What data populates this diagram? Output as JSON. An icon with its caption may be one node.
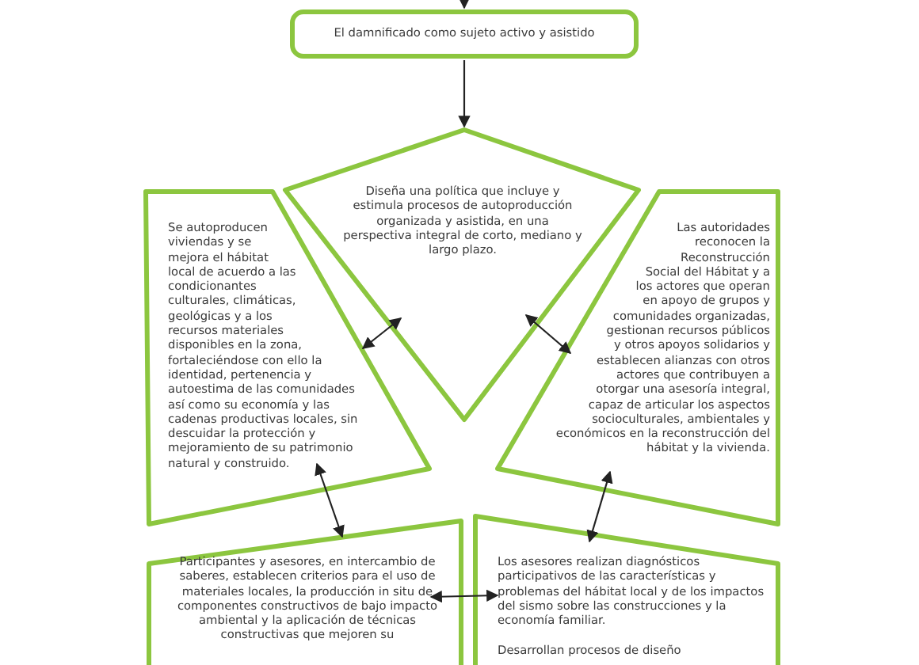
{
  "diagram": {
    "nodes": [
      {
        "text": [
          "El damnificado como sujeto activo y asistido"
        ]
      },
      {
        "text": [
          "Diseña una política que incluye y estimula procesos de autoproducción organizada y asistida, en una perspectiva integral de corto, mediano y largo plazo."
        ]
      },
      {
        "text": [
          "Se autoproducen viviendas y se mejora el hábitat local de acuerdo a las condicionantes culturales, climáticas, geológicas y a los recursos materiales disponibles en la zona, fortaleciéndose con ello la identidad, pertenencia y autoestima de las comunidades así como su economía y las cadenas productivas locales, sin descuidar la protección y mejoramiento de su patrimonio natural y construido."
        ]
      },
      {
        "text": [
          "Las autoridades reconocen la Reconstrucción Social del Hábitat y a los actores que operan en apoyo de grupos y comunidades organizadas, gestionan recursos públicos y otros apoyos solidarios y establecen alianzas con otros actores que contribuyen a otorgar una asesoría integral, capaz de articular los aspectos socioculturales, ambientales y económicos en la reconstrucción del hábitat y la vivienda."
        ]
      },
      {
        "text": [
          "Participantes y asesores, en intercambio de saberes, establecen criterios para el uso de materiales locales, la producción in situ de componentes constructivos de bajo impacto ambiental y la aplicación de técnicas constructivas que mejoren su"
        ]
      },
      {
        "text": [
          "Los asesores realizan diagnósticos participativos de las características y problemas del hábitat local y de los impactos del sismo sobre las construcciones y la economía familiar.",
          "Desarrollan procesos de diseño"
        ]
      }
    ],
    "edges": [
      {
        "from": null,
        "to": 0,
        "arrow": "to"
      },
      {
        "from": 0,
        "to": 1,
        "arrow": "to"
      },
      {
        "from": 1,
        "to": 2,
        "arrow": "both"
      },
      {
        "from": 1,
        "to": 3,
        "arrow": "both"
      },
      {
        "from": 2,
        "to": 4,
        "arrow": "both"
      },
      {
        "from": 3,
        "to": 5,
        "arrow": "both"
      },
      {
        "from": 4,
        "to": 5,
        "arrow": "both"
      }
    ]
  }
}
